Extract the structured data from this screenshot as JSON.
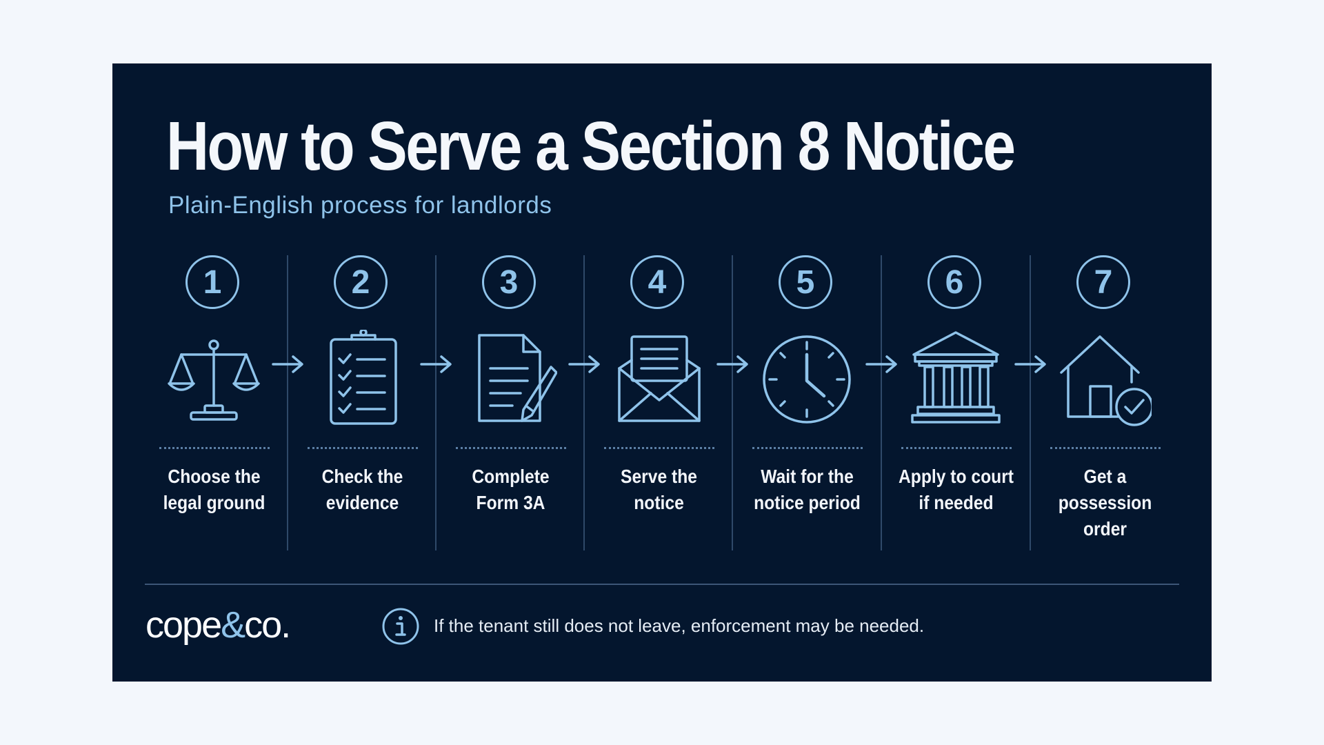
{
  "title": "How to Serve a Section 8 Notice",
  "subtitle": "Plain-English process for landlords",
  "steps": [
    {
      "number": "1",
      "icon": "scales-icon",
      "lines": [
        "Choose the",
        "legal ground"
      ]
    },
    {
      "number": "2",
      "icon": "clipboard-checklist-icon",
      "lines": [
        "Check the",
        "evidence"
      ]
    },
    {
      "number": "3",
      "icon": "document-pen-icon",
      "lines": [
        "Complete",
        "Form 3A"
      ]
    },
    {
      "number": "4",
      "icon": "envelope-letter-icon",
      "lines": [
        "Serve the",
        "notice"
      ]
    },
    {
      "number": "5",
      "icon": "clock-icon",
      "lines": [
        "Wait for the",
        "notice period"
      ]
    },
    {
      "number": "6",
      "icon": "courthouse-icon",
      "lines": [
        "Apply to court",
        "if needed"
      ]
    },
    {
      "number": "7",
      "icon": "house-check-icon",
      "lines": [
        "Get a",
        "possession",
        "order"
      ]
    }
  ],
  "brand": {
    "left": "cope",
    "amp": "&",
    "right": "co."
  },
  "footer_note": "If the tenant still does not leave, enforcement may be needed.",
  "colors": {
    "background": "#04162e",
    "accent": "#8fc3ea",
    "text": "#f4f7fb",
    "page": "#f3f7fc"
  }
}
